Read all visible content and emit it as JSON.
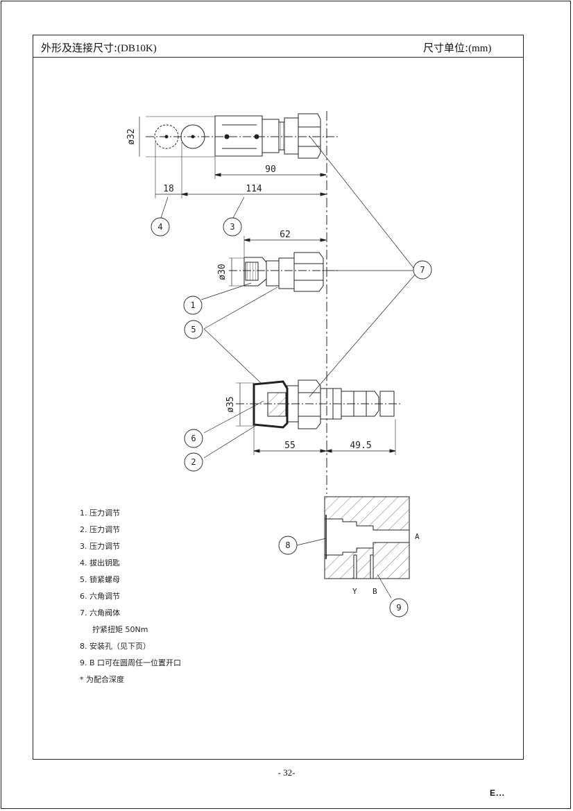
{
  "header": {
    "title_cn": "外形及连接尺寸:",
    "title_model": "(DB10K)",
    "unit_cn": "尺寸单位:",
    "unit_value": "(mm)"
  },
  "drawing": {
    "dimensions": {
      "dia_32": "ø32",
      "len_90": "90",
      "len_18": "18",
      "len_114": "114",
      "len_62": "62",
      "dia_30": "ø30",
      "dia_35": "ø35",
      "len_55": "55",
      "len_49_5": "49.5"
    },
    "callouts": {
      "c1": "1",
      "c2": "2",
      "c3": "3",
      "c4": "4",
      "c5": "5",
      "c6": "6",
      "c7": "7",
      "c8": "8",
      "c9": "9"
    },
    "port_labels": {
      "A": "A",
      "Y": "Y",
      "B": "B"
    }
  },
  "notes": [
    "1. 压力调节",
    "2. 压力调节",
    "3. 压力调节",
    "4. 拔出钥匙",
    "5. 锁紧螺母",
    "6. 六角调节",
    "7. 六角阀体",
    "拧紧扭矩 50Nm",
    "8. 安装孔（见下页）",
    "9. B 口可在圆周任一位置开口",
    "* 为配合深度"
  ],
  "footer": {
    "page_number": "- 32-",
    "corner_mark": "E..."
  }
}
